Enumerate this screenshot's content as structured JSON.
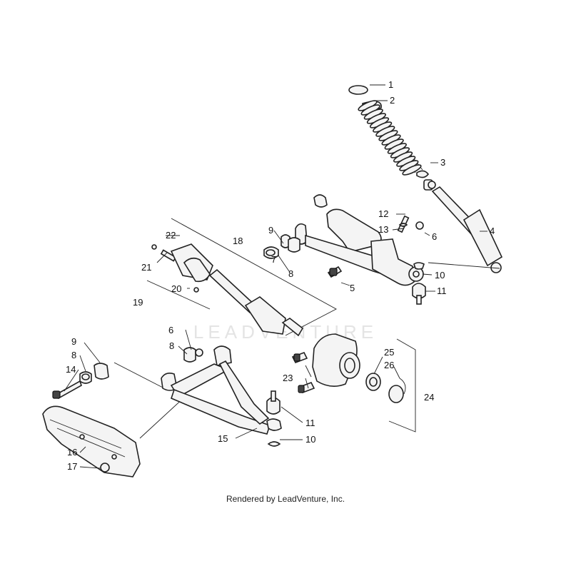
{
  "watermark": "LEADVENTURE",
  "credit": "Rendered by LeadVenture, Inc.",
  "callouts": {
    "c1": "1",
    "c2": "2",
    "c3": "3",
    "c4": "4",
    "c5": "5",
    "c6a": "6",
    "c6b": "6",
    "c7": "7",
    "c8a": "8",
    "c8b": "8",
    "c8c": "8",
    "c9a": "9",
    "c9b": "9",
    "c10a": "10",
    "c10b": "10",
    "c11a": "11",
    "c11b": "11",
    "c12": "12",
    "c13": "13",
    "c14": "14",
    "c15": "15",
    "c16": "16",
    "c17": "17",
    "c18": "18",
    "c19": "19",
    "c20": "20",
    "c21": "21",
    "c22": "22",
    "c23": "23",
    "c24": "24",
    "c25": "25",
    "c26": "26"
  }
}
